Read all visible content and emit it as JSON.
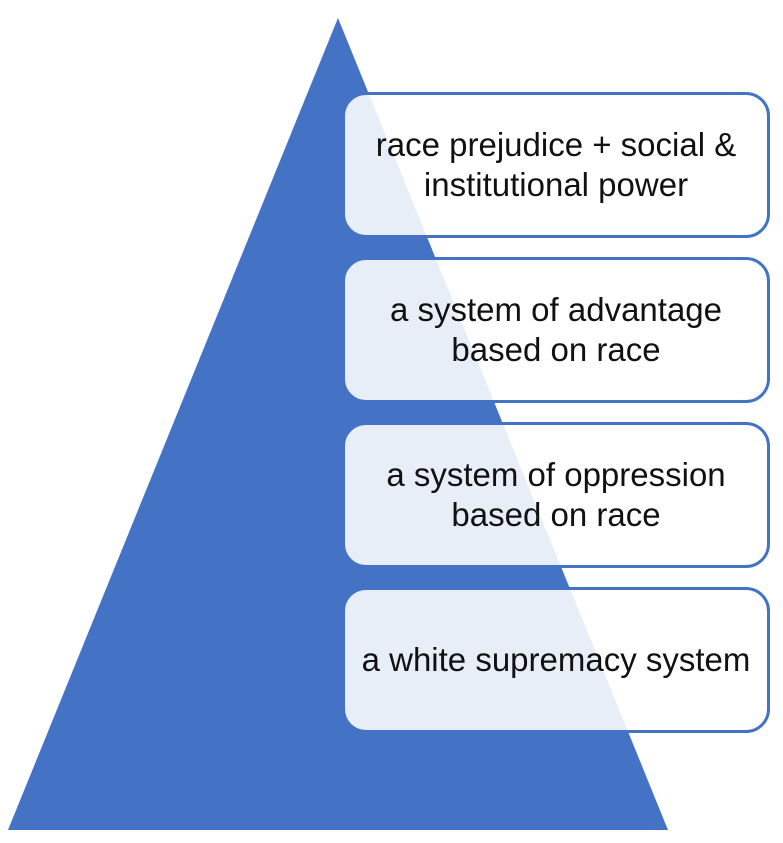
{
  "colors": {
    "pyramid_fill": "#4472C4",
    "box_border": "#4472C4",
    "box_fill": "#FFFFFF",
    "text": "#111111"
  },
  "levels": [
    {
      "label": "race prejudice + social & institutional power"
    },
    {
      "label": "a system of advantage based on race"
    },
    {
      "label": "a system of oppression based on race"
    },
    {
      "label": "a white supremacy system"
    }
  ]
}
